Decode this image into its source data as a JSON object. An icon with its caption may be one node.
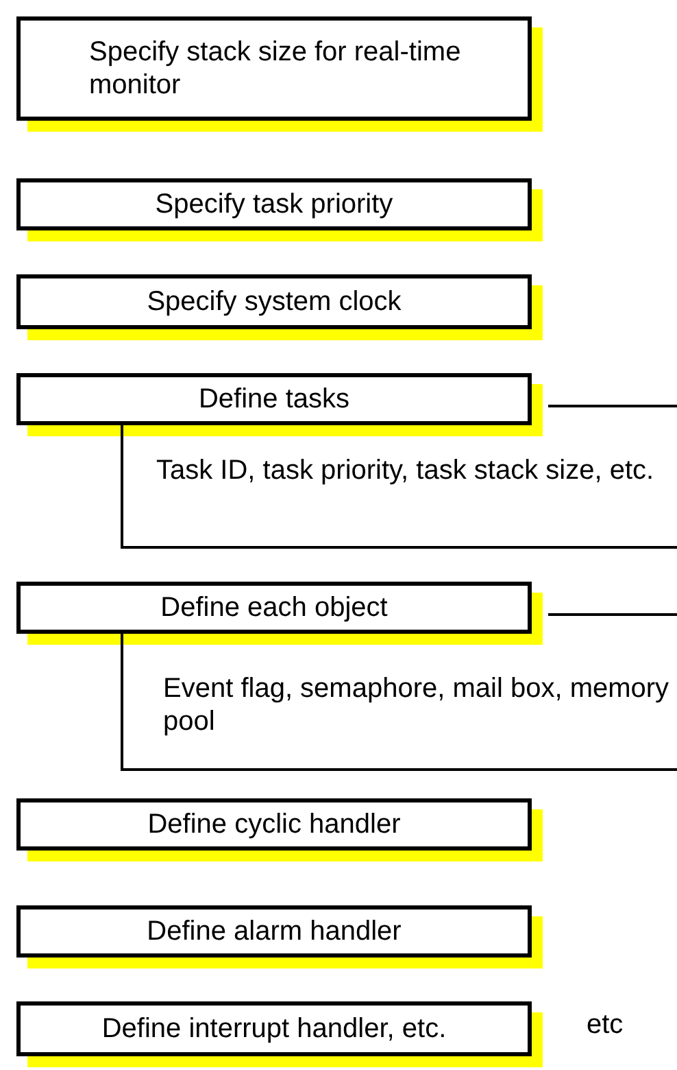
{
  "diagram": {
    "nodes": [
      {
        "text": [
          "Specify stack size for real-time monitor"
        ]
      },
      {
        "text": [
          "Specify task priority"
        ]
      },
      {
        "text": [
          "Specify system clock"
        ]
      },
      {
        "text": [
          "Define tasks"
        ]
      },
      {
        "text": [
          "Task ID, task priority, task stack size, etc."
        ]
      },
      {
        "text": [
          "Define each object"
        ]
      },
      {
        "text": [
          "Event flag, semaphore, mail box, memory pool"
        ]
      },
      {
        "text": [
          "Define cyclic handler"
        ]
      },
      {
        "text": [
          "Define alarm handler"
        ]
      },
      {
        "text": [
          "Define interrupt handler, etc."
        ]
      }
    ],
    "edges": [],
    "labels": [
      "etc"
    ]
  }
}
